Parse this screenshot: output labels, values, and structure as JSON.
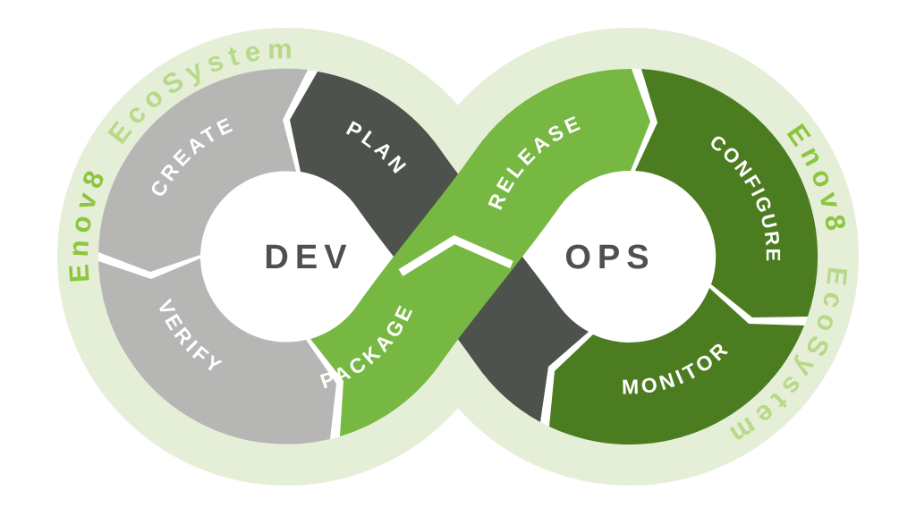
{
  "diagram": {
    "title_semantic": "DevOps infinity loop",
    "brand": {
      "name": "Enov8",
      "suffix": "EcoSystem"
    },
    "left_loop": {
      "center_label": "DEV",
      "segments": [
        {
          "id": "plan",
          "label": "PLAN",
          "color": "#4d524d"
        },
        {
          "id": "create",
          "label": "CREATE",
          "color": "#b6b7b4"
        },
        {
          "id": "verify",
          "label": "VERIFY",
          "color": "#b6b7b4"
        },
        {
          "id": "package",
          "label": "PACKAGE",
          "color": "#77b843"
        }
      ]
    },
    "right_loop": {
      "center_label": "OPS",
      "segments": [
        {
          "id": "release",
          "label": "RELEASE",
          "color": "#77b843"
        },
        {
          "id": "configure",
          "label": "CONFIGURE",
          "color": "#4c7c20"
        },
        {
          "id": "monitor",
          "label": "MONITOR",
          "color": "#4c7c20"
        }
      ]
    },
    "colors": {
      "halo": "#e5efd8",
      "light_gray_segment": "#b6b7b4",
      "dark_gray_segment": "#4d524d",
      "bright_green_segment": "#77b843",
      "dark_green_segment": "#4c7c20",
      "brand_name_green": "#8cc63f",
      "brand_suffix_green": "#b8d88a",
      "segment_text": "#ffffff",
      "center_text": "#4d524d",
      "background": "#ffffff"
    }
  }
}
